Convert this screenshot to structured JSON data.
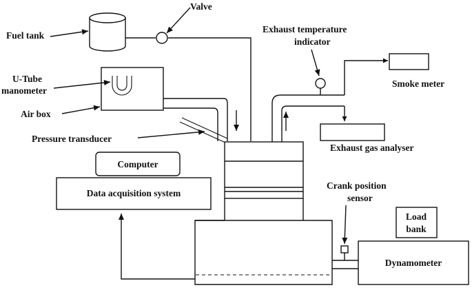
{
  "labels": {
    "fuel_tank": "Fuel tank",
    "valve": "Valve",
    "exhaust_temp_line1": "Exhaust temperature",
    "exhaust_temp_line2": "indicator",
    "smoke_meter": "Smoke meter",
    "u_tube_line1": "U-Tube",
    "u_tube_line2": "manometer",
    "air_box": "Air box",
    "pressure_transducer": "Pressure transducer",
    "exhaust_gas_analyser": "Exhaust gas analyser",
    "computer": "Computer",
    "data_acquisition": "Data acquisition system",
    "crank_line1": "Crank position",
    "crank_line2": "sensor",
    "load_bank_line1": "Load",
    "load_bank_line2": "bank",
    "dynamometer": "Dynamometer"
  }
}
